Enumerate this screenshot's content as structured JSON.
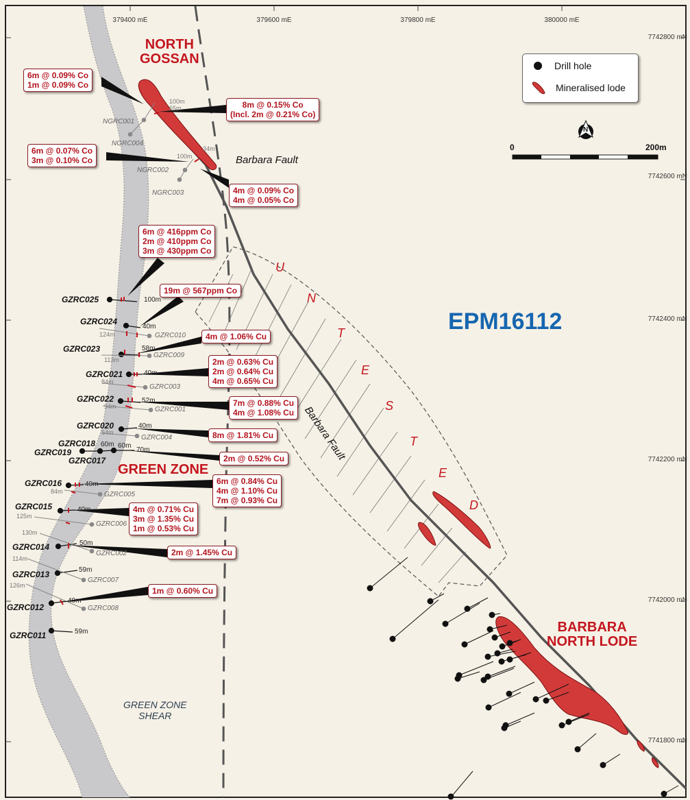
{
  "grid": {
    "eastings": [
      "379400 mE",
      "379600 mE",
      "379800 mE",
      "380000 mE"
    ],
    "northings": [
      "7742800 mN",
      "7742600 mN",
      "7742400 mN",
      "7742200 mN",
      "7742000 mN",
      "7741800 mN"
    ]
  },
  "labels": {
    "north_gossan_1": "NORTH",
    "north_gossan_2": "GOSSAN",
    "green_zone": "GREEN ZONE",
    "barbara_1": "BARBARA",
    "barbara_2": "NORTH LODE",
    "epm": "EPM16112",
    "barbara_fault_top": "Barbara Fault",
    "barbara_fault_mid": "Barbara Fault",
    "shear_1": "GREEN ZONE",
    "shear_2": "SHEAR",
    "untested": [
      "U",
      "N",
      "T",
      "E",
      "S",
      "T",
      "E",
      "D"
    ]
  },
  "legend": {
    "drill_hole": "Drill hole",
    "lode": "Mineralised lode"
  },
  "scale": {
    "start": "0",
    "end": "200m"
  },
  "north_letter": "N",
  "callouts": {
    "c1": [
      "6m @ 0.09% Co",
      "1m @ 0.09% Co"
    ],
    "c2": [
      "8m @ 0.15% Co",
      "(Incl. 2m @ 0.21% Co)"
    ],
    "c3": [
      "6m @ 0.07% Co",
      "3m @ 0.10% Co"
    ],
    "c4": [
      "4m @ 0.09% Co",
      "4m @ 0.05% Co"
    ],
    "c5": [
      "6m @ 416ppm Co",
      "2m @ 410ppm Co",
      "3m @ 430ppm Co"
    ],
    "c6": [
      "19m @ 567ppm Co"
    ],
    "c7": [
      "4m @ 1.06% Cu"
    ],
    "c8": [
      "2m @ 0.63% Cu",
      "2m @ 0.64% Cu",
      "4m @ 0.65% Cu"
    ],
    "c9": [
      "7m @ 0.88% Cu",
      "4m @ 1.08% Cu"
    ],
    "c10": [
      "8m @ 1.81% Cu"
    ],
    "c11": [
      "2m @ 0.52% Cu"
    ],
    "c12": [
      "6m @ 0.84% Cu",
      "4m @ 1.10% Cu",
      "7m @ 0.93% Cu"
    ],
    "c13": [
      "4m @ 0.71% Cu",
      "3m @ 1.35% Cu",
      "1m @ 0.53% Cu"
    ],
    "c14": [
      "2m @ 1.45% Cu"
    ],
    "c15": [
      "1m @ 0.60% Cu"
    ]
  },
  "holes": {
    "gz025": "GZRC025",
    "gz024": "GZRC024",
    "gz023": "GZRC023",
    "gz021": "GZRC021",
    "gz022": "GZRC022",
    "gz020": "GZRC020",
    "gz018": "GZRC018",
    "gz019": "GZRC019",
    "gz017": "GZRC017",
    "gz016": "GZRC016",
    "gz015": "GZRC015",
    "gz014": "GZRC014",
    "gz013": "GZRC013",
    "gz012": "GZRC012",
    "gz011": "GZRC011",
    "g010": "GZRC010",
    "g009": "GZRC009",
    "g003": "GZRC003",
    "g001": "GZRC001",
    "g004": "GZRC004",
    "g005": "GZRC005",
    "g006": "GZRC006",
    "g002": "GZRC002",
    "g007": "GZRC007",
    "g008": "GZRC008",
    "ng001": "NGRC001",
    "ng004": "NGRC004",
    "ng002": "NGRC002",
    "ng003": "NGRC003"
  },
  "depths": {
    "d1": "100m",
    "d2": "40m",
    "d3": "58m",
    "d4": "40m",
    "d5": "52m",
    "d6": "40m",
    "d7": "60m",
    "d8": "60m",
    "d9": "70m",
    "d10": "40m",
    "d11": "40m",
    "d12": "50m",
    "d13": "59m",
    "d14": "40m",
    "d15": "59m",
    "g1": "124m",
    "g2": "113m",
    "g3": "84m",
    "g4": "94m",
    "g5": "64m",
    "g6": "84m",
    "g7": "125m",
    "g8": "130m",
    "g9": "114m",
    "g10": "126m",
    "n1": "100m",
    "n2": "65m",
    "n3": "100m",
    "n4": "34m"
  },
  "colors": {
    "lode": "#d23a3a",
    "shear": "#c9c9cb",
    "callout_text": "#b3141e",
    "epm": "#1666b0"
  }
}
